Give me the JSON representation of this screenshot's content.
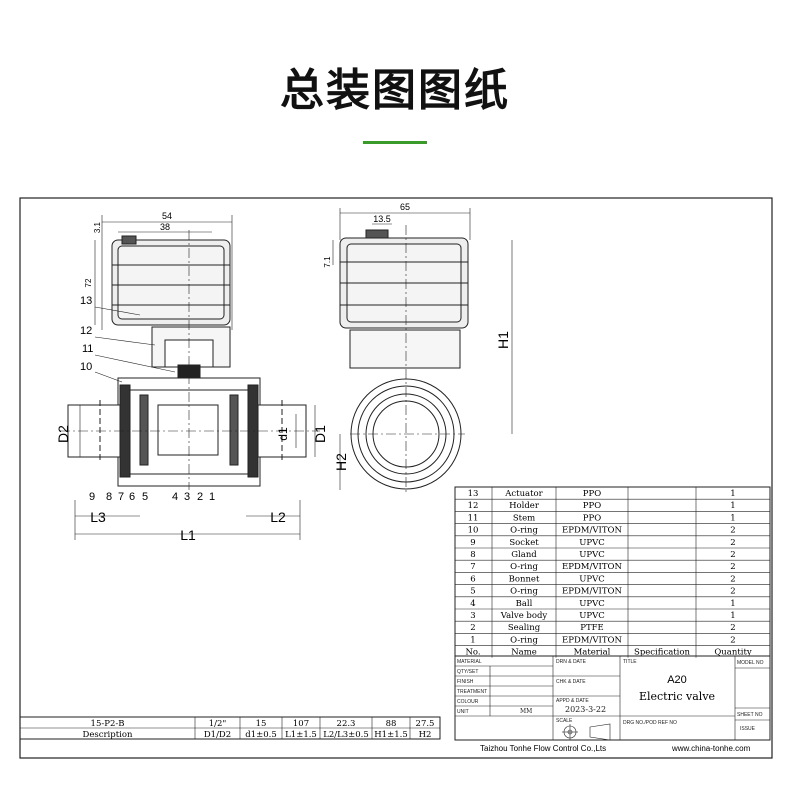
{
  "page_title": "总装图图纸",
  "accent_color": "#3a9a2a",
  "dims": {
    "width_54": "54",
    "width_38": "38",
    "height_3_1": "3.1",
    "height_72": "72",
    "width_65": "65",
    "width_13_5": "13.5",
    "height_7_1": "7.1",
    "H1": "H1",
    "H2": "H2",
    "D1": "D1",
    "D2": "D2",
    "d1": "d1",
    "L1": "L1",
    "L2": "L2",
    "L3": "L3"
  },
  "callouts": {
    "c13": "13",
    "c12": "12",
    "c11": "11",
    "c10": "10",
    "c9": "9",
    "c8": "8",
    "c7": "7",
    "c6": "6",
    "c5": "5",
    "c4": "4",
    "c3": "3",
    "c2": "2",
    "c1": "1"
  },
  "bom": {
    "rows": [
      {
        "no": "13",
        "name": "Actuator",
        "material": "PPO",
        "spec": "",
        "qty": "1"
      },
      {
        "no": "12",
        "name": "Holder",
        "material": "PPO",
        "spec": "",
        "qty": "1"
      },
      {
        "no": "11",
        "name": "Stem",
        "material": "PPO",
        "spec": "",
        "qty": "1"
      },
      {
        "no": "10",
        "name": "O-ring",
        "material": "EPDM/VITON",
        "spec": "",
        "qty": "2"
      },
      {
        "no": "9",
        "name": "Socket",
        "material": "UPVC",
        "spec": "",
        "qty": "2"
      },
      {
        "no": "8",
        "name": "Gland",
        "material": "UPVC",
        "spec": "",
        "qty": "2"
      },
      {
        "no": "7",
        "name": "O-ring",
        "material": "EPDM/VITON",
        "spec": "",
        "qty": "2"
      },
      {
        "no": "6",
        "name": "Bonnet",
        "material": "UPVC",
        "spec": "",
        "qty": "2"
      },
      {
        "no": "5",
        "name": "O-ring",
        "material": "EPDM/VITON",
        "spec": "",
        "qty": "2"
      },
      {
        "no": "4",
        "name": "Ball",
        "material": "UPVC",
        "spec": "",
        "qty": "1"
      },
      {
        "no": "3",
        "name": "Valve body",
        "material": "UPVC",
        "spec": "",
        "qty": "1"
      },
      {
        "no": "2",
        "name": "Sealing",
        "material": "PTFE",
        "spec": "",
        "qty": "2"
      },
      {
        "no": "1",
        "name": "O-ring",
        "material": "EPDM/VITON",
        "spec": "",
        "qty": "2"
      }
    ],
    "header": {
      "no": "No.",
      "name": "Name",
      "material": "Material",
      "spec": "Specification",
      "qty": "Quantity"
    }
  },
  "titleblock": {
    "material": "MATERIAL",
    "qty_set": "QTY/SET",
    "finish": "FINISH",
    "treatment": "TREATMENT",
    "colour": "COLOUR",
    "unit": "UNIT",
    "unit_value": "MM",
    "drn_date": "DRN & DATE",
    "chk_date": "CHK & DATE",
    "appd_date": "APPD & DATE",
    "appd_value": "2023-3-22",
    "scale": "SCALE",
    "title_label": "TITLE",
    "title_code": "A20",
    "title_name": "Electric valve",
    "model_no": "MODEL NO",
    "sheet_no": "SHEET NO",
    "drg_no": "DRG NO./POD REF NO",
    "issue": "ISSUE",
    "company": "Taizhou Tonhe Flow Control Co.,Lts",
    "website": "www.china-tonhe.com"
  },
  "spec_table": {
    "row1": [
      "15-P2-B",
      "1/2\"",
      "15",
      "107",
      "22.3",
      "88",
      "27.5"
    ],
    "row2": [
      "Description",
      "D1/D2",
      "d1±0.5",
      "L1±1.5",
      "L2/L3±0.5",
      "H1±1.5",
      "H2"
    ]
  }
}
